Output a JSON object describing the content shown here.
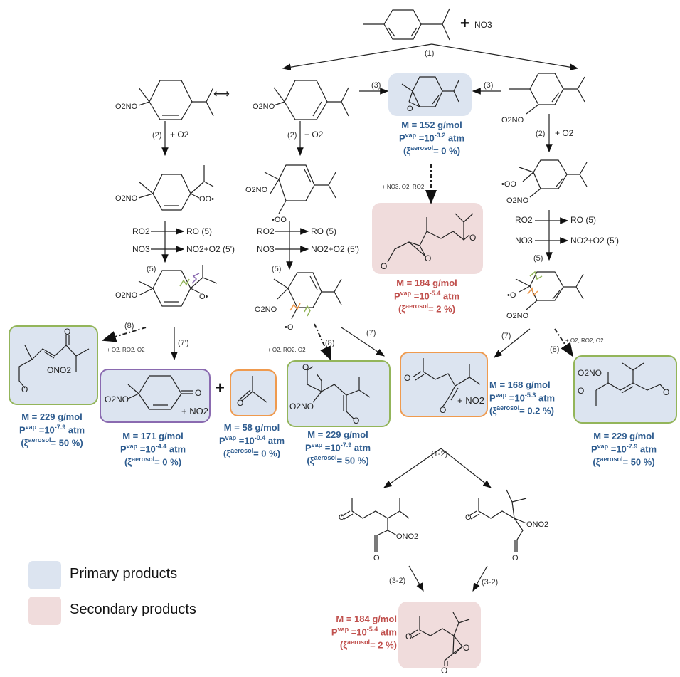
{
  "reactants": {
    "molecule": "gamma-terpinene",
    "plus": "+",
    "oxidant": "NO3"
  },
  "colors": {
    "primary_fill": "#dce4f0",
    "secondary_fill": "#f0dcdc",
    "prop_blue": "#2e5c8f",
    "prop_red": "#c0504d",
    "border_green": "#93b55a",
    "border_purple": "#8a6ab0",
    "border_orange": "#ef9a4e"
  },
  "steps": {
    "s1": "(1)",
    "s2": "(2)",
    "s3": "(3)",
    "s5": "(5)",
    "s5p": "(5')",
    "s7": "(7)",
    "s7p": "(7')",
    "s8": "(8)",
    "s12": "(1-2)",
    "s32": "(3-2)"
  },
  "reagents": {
    "o2": "+ O2",
    "ro2": "RO2",
    "ro": "RO",
    "no3": "NO3",
    "no2o2": "NO2+O2",
    "o2_ro2_o2": "+ O2, RO2, O2",
    "no3_o2_ro2": "+ NO3, O2, RO2,",
    "plus_no2": "+ NO2",
    "plus": "+",
    "resonance": "⟷"
  },
  "labels": {
    "o2no": "O2NO",
    "oo_rad": "•OO",
    "oo_rad_right": "OO•",
    "o_rad": "O•",
    "o_rad_left": "•O",
    "ono2": "ONO2",
    "o": "O"
  },
  "products": [
    {
      "id": "epoxide",
      "category": "primary",
      "M": "M = 152 g/mol",
      "pvap_base": "P",
      "pvap_sup": "vap",
      "pvap_eq": " =10",
      "pvap_exp": "-3.2",
      "pvap_unit": " atm",
      "xi_open": "(ξ",
      "xi_sup": "aerosol",
      "xi_val": "= 0 %)"
    },
    {
      "id": "epoxy-keto-aldehyde-top",
      "category": "secondary",
      "M": "M = 184 g/mol",
      "pvap_base": "P",
      "pvap_sup": "vap",
      "pvap_eq": " =10",
      "pvap_exp": "-5.4",
      "pvap_unit": " atm",
      "xi_open": "(ξ",
      "xi_sup": "aerosol",
      "xi_val": "= 2 %)"
    },
    {
      "id": "nitrooxy-enone-aldehyde",
      "category": "primary",
      "M": "M = 229 g/mol",
      "pvap_base": "P",
      "pvap_sup": "vap",
      "pvap_eq": " =10",
      "pvap_exp": "-7.9",
      "pvap_unit": " atm",
      "xi_open": "(ξ",
      "xi_sup": "aerosol",
      "xi_val": "= 50 %)"
    },
    {
      "id": "nitrooxy-cyclohexenone",
      "category": "primary",
      "M": "M = 171 g/mol",
      "pvap_base": "P",
      "pvap_sup": "vap",
      "pvap_eq": " =10",
      "pvap_exp": "-4.4",
      "pvap_unit": " atm",
      "xi_open": "(ξ",
      "xi_sup": "aerosol",
      "xi_val": "= 0 %)"
    },
    {
      "id": "acetone",
      "category": "primary",
      "M": "M = 58 g/mol",
      "pvap_base": "P",
      "pvap_sup": "vap",
      "pvap_eq": " =10",
      "pvap_exp": "-0.4",
      "pvap_unit": " atm",
      "xi_open": "(ξ",
      "xi_sup": "aerosol",
      "xi_val": "= 0 %)"
    },
    {
      "id": "nitrooxy-dialdehyde",
      "category": "primary",
      "M": "M = 229 g/mol",
      "pvap_base": "P",
      "pvap_sup": "vap",
      "pvap_eq": " =10",
      "pvap_exp": "-7.9",
      "pvap_unit": " atm",
      "xi_open": "(ξ",
      "xi_sup": "aerosol",
      "xi_val": "= 50 %)"
    },
    {
      "id": "keto-enal",
      "category": "primary",
      "M": "M = 168 g/mol",
      "pvap_base": "P",
      "pvap_sup": "vap",
      "pvap_eq": " =10",
      "pvap_exp": "-5.3",
      "pvap_unit": " atm",
      "xi_open": "(ξ",
      "xi_sup": "aerosol",
      "xi_val": "= 0.2 %)"
    },
    {
      "id": "nitrooxy-keto-enal",
      "category": "primary",
      "M": "M = 229 g/mol",
      "pvap_base": "P",
      "pvap_sup": "vap",
      "pvap_eq": " =10",
      "pvap_exp": "-7.9",
      "pvap_unit": " atm",
      "xi_open": "(ξ",
      "xi_sup": "aerosol",
      "xi_val": "= 50 %)"
    },
    {
      "id": "epoxy-keto-aldehyde-bottom",
      "category": "secondary",
      "M": "M = 184 g/mol",
      "pvap_base": "P",
      "pvap_sup": "vap",
      "pvap_eq": " =10",
      "pvap_exp": "-5.4",
      "pvap_unit": " atm",
      "xi_open": "(ξ",
      "xi_sup": "aerosol",
      "xi_val": "= 2 %)"
    }
  ],
  "legend": {
    "items": [
      {
        "label": "Primary products",
        "color": "#dce4f0"
      },
      {
        "label": "Secondary products",
        "color": "#f0dcdc"
      }
    ]
  }
}
